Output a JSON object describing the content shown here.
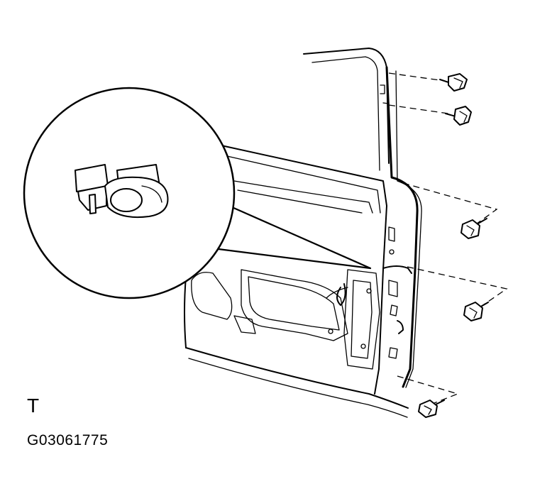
{
  "figure": {
    "view_mark": "T",
    "figure_code": "G03061775"
  },
  "colors": {
    "ink": "#000000",
    "paper": "#ffffff"
  },
  "parts": {
    "bolt_count": 5,
    "detail_view_part": "clip"
  }
}
